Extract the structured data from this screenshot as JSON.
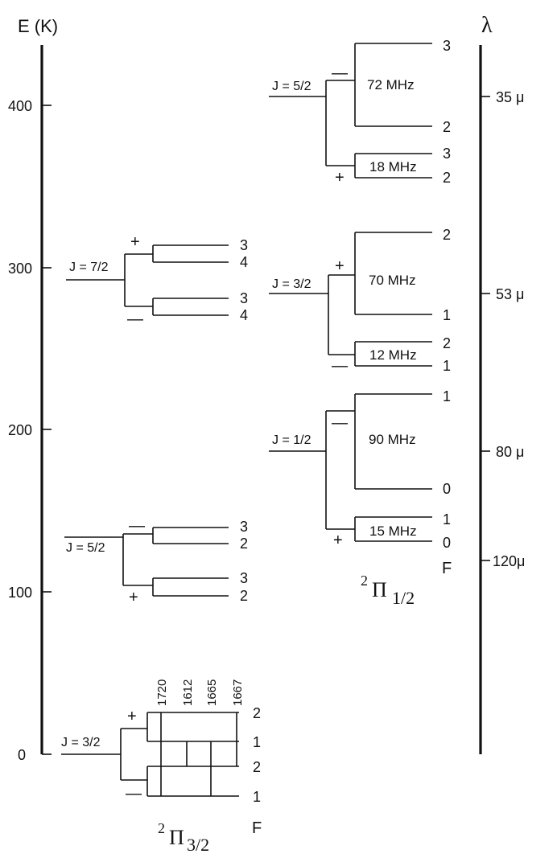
{
  "axes": {
    "energy_label": "E (K)",
    "energy_ticks": [
      "0",
      "100",
      "200",
      "300",
      "400"
    ],
    "wavelength_label": "λ",
    "wavelength_ticks": [
      "35 μ",
      "53 μ",
      "80 μ",
      "120μ"
    ]
  },
  "ladders": {
    "pi32": {
      "label_main": "2",
      "label_pi": "Π",
      "label_sub": "3/2",
      "f_label": "F",
      "ground": {
        "j": "J = 3/2",
        "plus": "+",
        "minus": "—",
        "f_levels": [
          "2",
          "1",
          "2",
          "1"
        ],
        "line_freqs": [
          "1720",
          "1612",
          "1665",
          "1667"
        ]
      },
      "j52": {
        "j": "J = 5/2",
        "minus": "—",
        "plus": "+",
        "f_levels": [
          "3",
          "2",
          "3",
          "2"
        ]
      },
      "j72": {
        "j": "J = 7/2",
        "plus": "+",
        "minus": "—",
        "f_levels": [
          "3",
          "4",
          "3",
          "4"
        ]
      }
    },
    "pi12": {
      "label_main": "2",
      "label_pi": "Π",
      "label_sub": "1/2",
      "f_label": "F",
      "j12": {
        "j": "J = 1/2",
        "upper_sign": "—",
        "lower_sign": "+",
        "upper_split": "90 MHz",
        "lower_split": "15 MHz",
        "f_levels": [
          "1",
          "0",
          "1",
          "0"
        ]
      },
      "j32": {
        "j": "J = 3/2",
        "upper_sign": "+",
        "lower_sign": "—",
        "upper_split": "70 MHz",
        "lower_split": "12 MHz",
        "f_levels": [
          "2",
          "1",
          "2",
          "1"
        ]
      },
      "j52": {
        "j": "J = 5/2",
        "upper_sign": "—",
        "lower_sign": "+",
        "upper_split": "72 MHz",
        "lower_split": "18 MHz",
        "f_levels": [
          "3",
          "2",
          "3",
          "2"
        ]
      }
    }
  }
}
